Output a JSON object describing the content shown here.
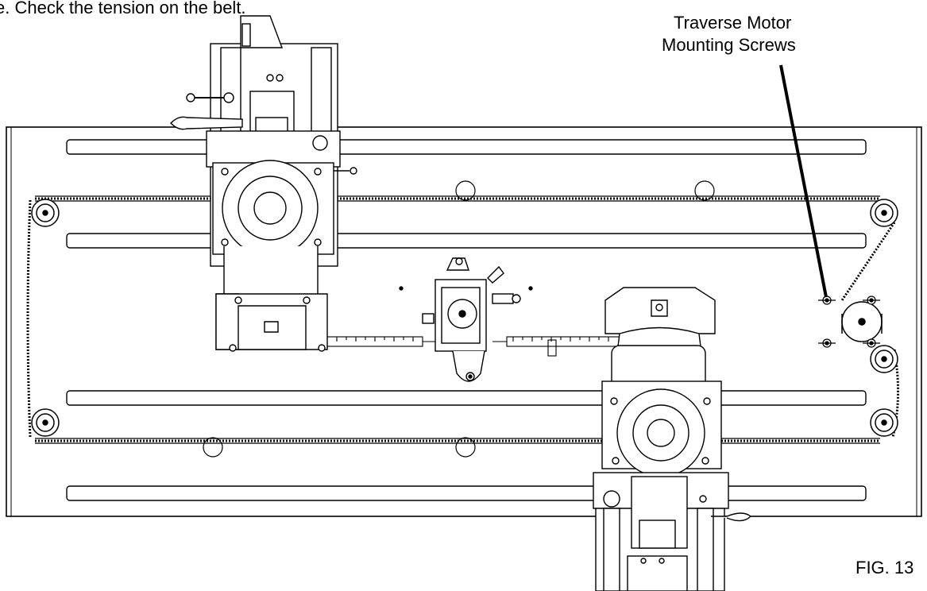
{
  "instruction_text": "e.  Check the tension on the belt.",
  "callout": {
    "line1": "Traverse Motor",
    "line2": "Mounting Screws"
  },
  "figure_label": "FIG. 13"
}
